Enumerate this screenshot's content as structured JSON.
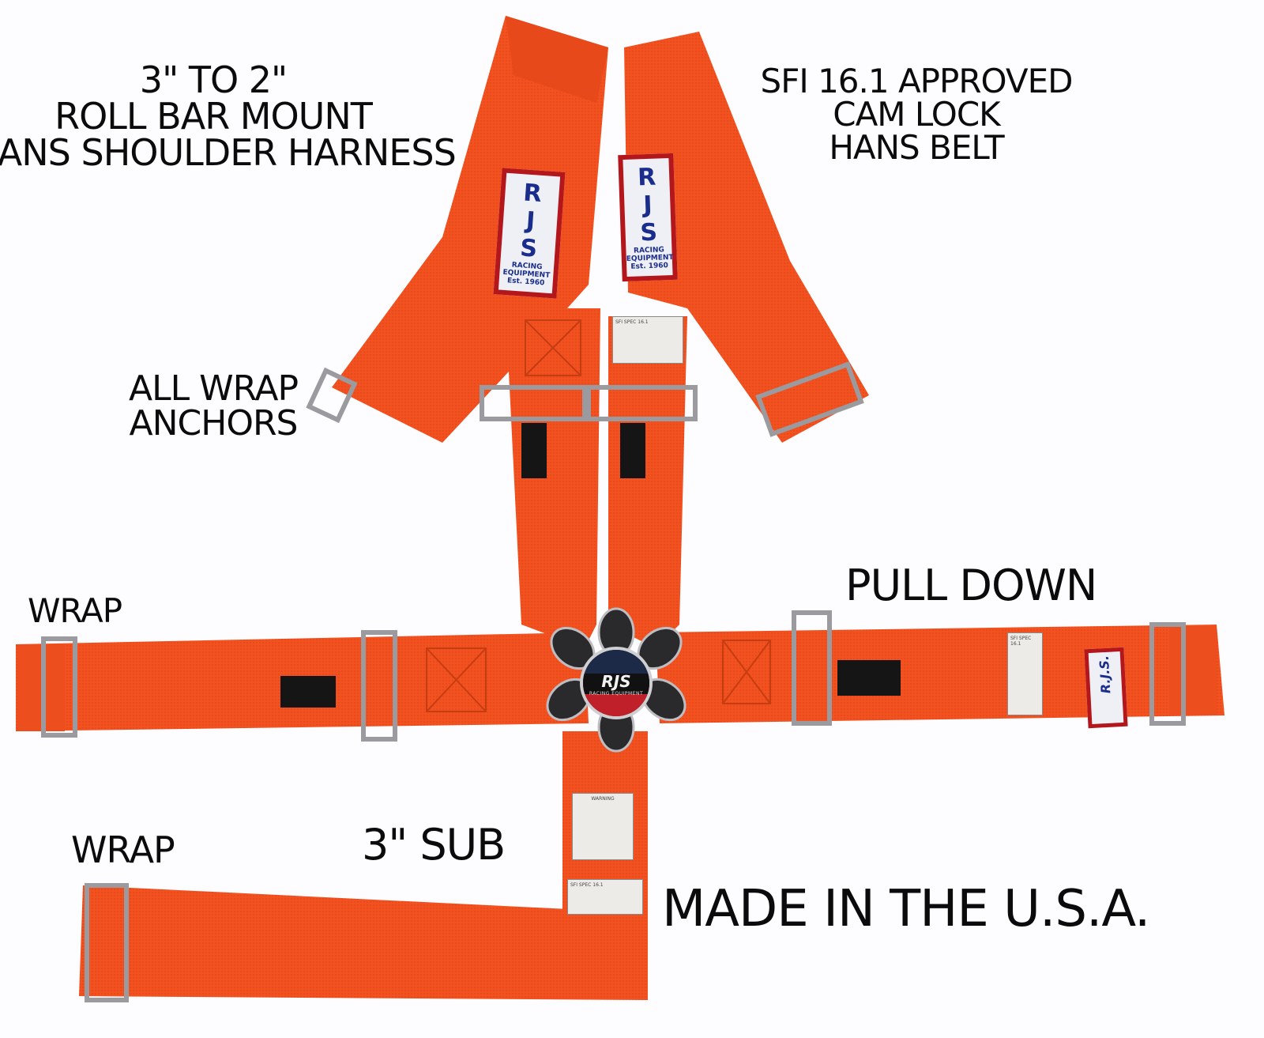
{
  "product": {
    "brand": "RJS",
    "brand_tag_line1": "RACING",
    "brand_tag_line2": "EQUIPMENT",
    "brand_tag_est": "Est. 1960",
    "hub_logo": "RJS",
    "hub_sub": "RACING EQUIPMENT",
    "side_tag": "R.J.S.",
    "sfi_tag_text": "SFI SPEC 16.1",
    "warning_tag_text": "WARNING",
    "belt_color": "#f2521f",
    "belt_shadow_color": "#d8431a",
    "tag_border_color": "#b3161b",
    "tag_text_color": "#1a2d8c"
  },
  "callouts": {
    "top_left": {
      "line1": "3\" TO 2\"",
      "line2": "ROLL BAR MOUNT",
      "line3": "HANS SHOULDER HARNESS"
    },
    "top_right": {
      "line1": "SFI 16.1 APPROVED",
      "line2": "CAM LOCK",
      "line3": "HANS BELT"
    },
    "anchors": {
      "line1": "ALL WRAP",
      "line2": "ANCHORS"
    },
    "wrap_left": "WRAP",
    "pull_down": "PULL DOWN",
    "wrap_bottom": "WRAP",
    "sub": "3\" SUB",
    "made_in": "MADE IN THE U.S.A."
  }
}
